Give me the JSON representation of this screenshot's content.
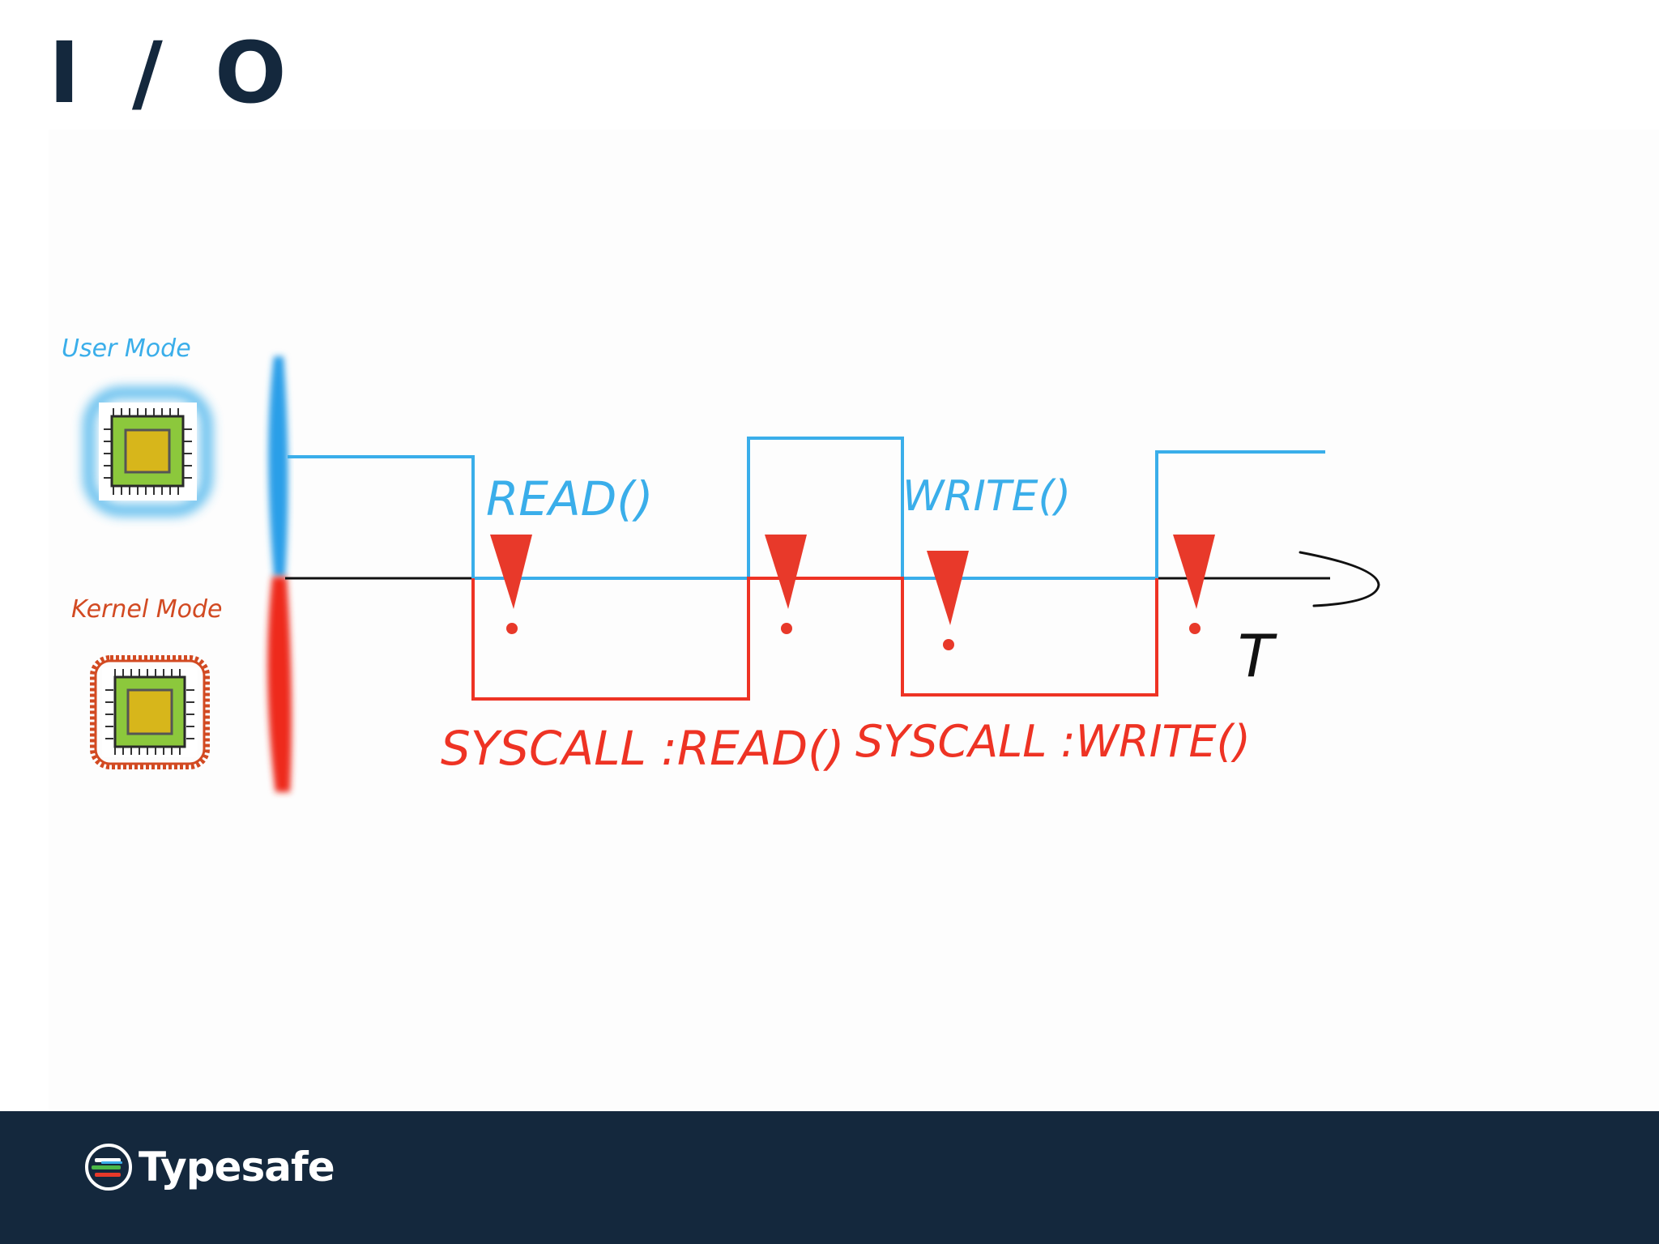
{
  "slide": {
    "title": "I / O"
  },
  "diagram": {
    "user_mode_label": "User Mode",
    "kernel_mode_label": "Kernel Mode",
    "read_label": "READ()",
    "write_label": "WRITE()",
    "syscall_read_label": "SYSCALL :READ()",
    "syscall_write_label": "SYSCALL :WRITE()",
    "time_label": "T",
    "colors": {
      "user": "#3aaeea",
      "kernel": "#ee3324",
      "axis": "#111111",
      "interrupt": "#e8392a",
      "chip_green": "#8cc83c",
      "chip_yellow": "#d7b61b"
    },
    "interrupt_count": 4
  },
  "footer": {
    "logo_text": "Typesafe",
    "background": "#14283d"
  }
}
